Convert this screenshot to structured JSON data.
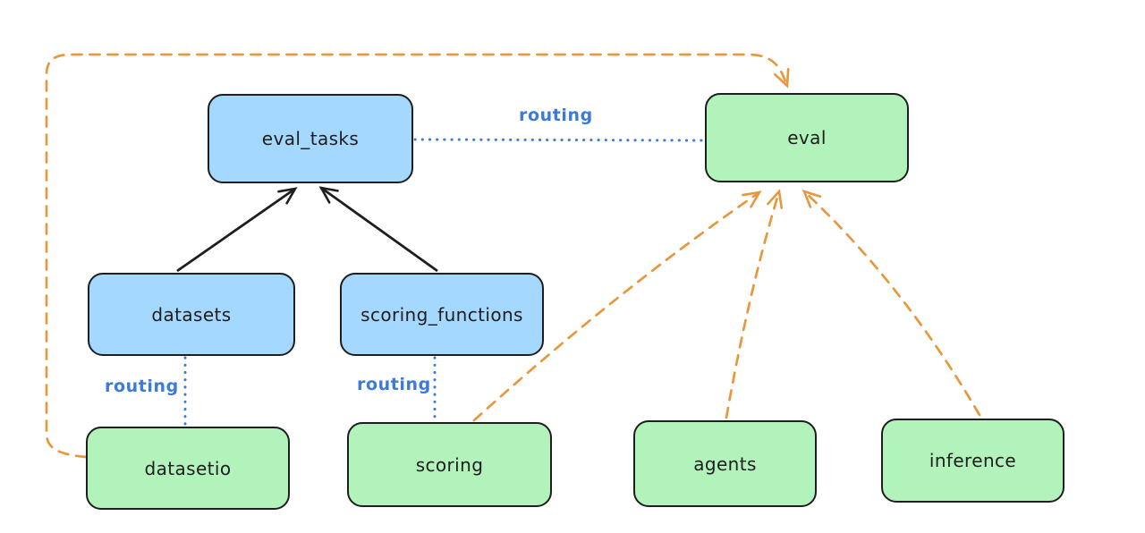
{
  "nodes": {
    "eval_tasks": {
      "label": "eval_tasks",
      "fill": "#a5d8ff"
    },
    "eval": {
      "label": "eval",
      "fill": "#b2f2bb"
    },
    "datasets": {
      "label": "datasets",
      "fill": "#a5d8ff"
    },
    "scoring_functions": {
      "label": "scoring_functions",
      "fill": "#a5d8ff"
    },
    "datasetio": {
      "label": "datasetio",
      "fill": "#b2f2bb"
    },
    "scoring": {
      "label": "scoring",
      "fill": "#b2f2bb"
    },
    "agents": {
      "label": "agents",
      "fill": "#b2f2bb"
    },
    "inference": {
      "label": "inference",
      "fill": "#b2f2bb"
    }
  },
  "edges": [
    {
      "from": "datasets",
      "to": "eval_tasks",
      "style": "solid-arrow",
      "color": "#1e1e1e"
    },
    {
      "from": "scoring_functions",
      "to": "eval_tasks",
      "style": "solid-arrow",
      "color": "#1e1e1e"
    },
    {
      "from": "eval_tasks",
      "to": "eval",
      "style": "dotted-line",
      "label": "routing",
      "color": "#3d7bd8"
    },
    {
      "from": "datasets",
      "to": "datasetio",
      "style": "dotted-line",
      "label": "routing",
      "color": "#3d7bd8"
    },
    {
      "from": "scoring_functions",
      "to": "scoring",
      "style": "dotted-line",
      "label": "routing",
      "color": "#3d7bd8"
    },
    {
      "from": "datasetio",
      "to": "eval",
      "style": "dashed-arrow",
      "color": "#e9973e"
    },
    {
      "from": "scoring",
      "to": "eval",
      "style": "dashed-arrow",
      "color": "#e9973e"
    },
    {
      "from": "agents",
      "to": "eval",
      "style": "dashed-arrow",
      "color": "#e9973e"
    },
    {
      "from": "inference",
      "to": "eval",
      "style": "dashed-arrow",
      "color": "#e9973e"
    }
  ],
  "colors": {
    "background": "#ffffff",
    "node_border": "#1e1e1e",
    "node_text": "#1e1e1e",
    "blue_fill": "#a5d8ff",
    "green_fill": "#b2f2bb",
    "routing_blue": "#3d7bd8",
    "dashed_orange": "#e9973e",
    "solid_black": "#1e1e1e"
  }
}
